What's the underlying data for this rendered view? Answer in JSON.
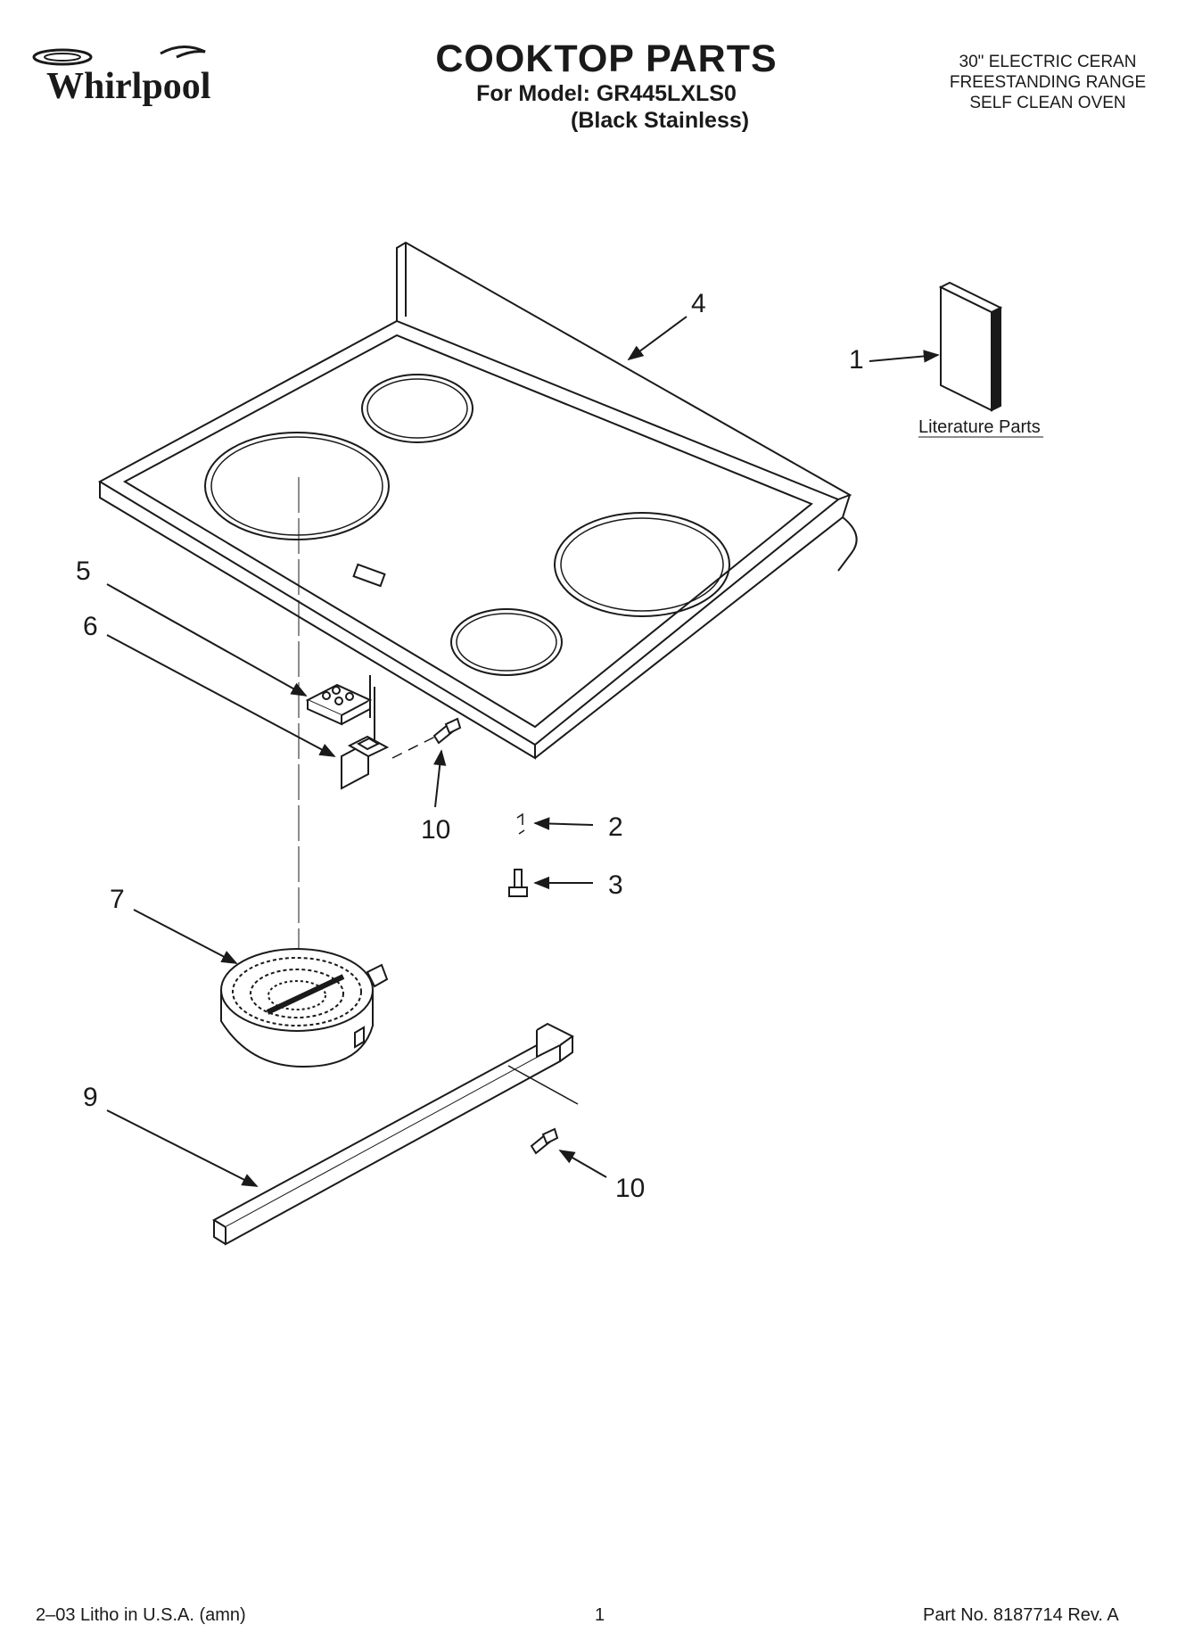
{
  "header": {
    "brand": "Whirlpool",
    "title": "COOKTOP PARTS",
    "model_line": "For Model: GR445LXLS0",
    "variant_line": "(Black Stainless)",
    "description": [
      "30\" ELECTRIC CERAN",
      "FREESTANDING RANGE",
      "SELF CLEAN OVEN"
    ]
  },
  "diagram": {
    "literature_label": "Literature Parts",
    "callouts": {
      "c1": "1",
      "c2": "2",
      "c3": "3",
      "c4": "4",
      "c5": "5",
      "c6": "6",
      "c7": "7",
      "c9": "9",
      "c10a": "10",
      "c10b": "10"
    }
  },
  "footer": {
    "litho": "2–03 Litho in U.S.A. (amn)",
    "page": "1",
    "part_no": "Part No. 8187714 Rev. A"
  }
}
